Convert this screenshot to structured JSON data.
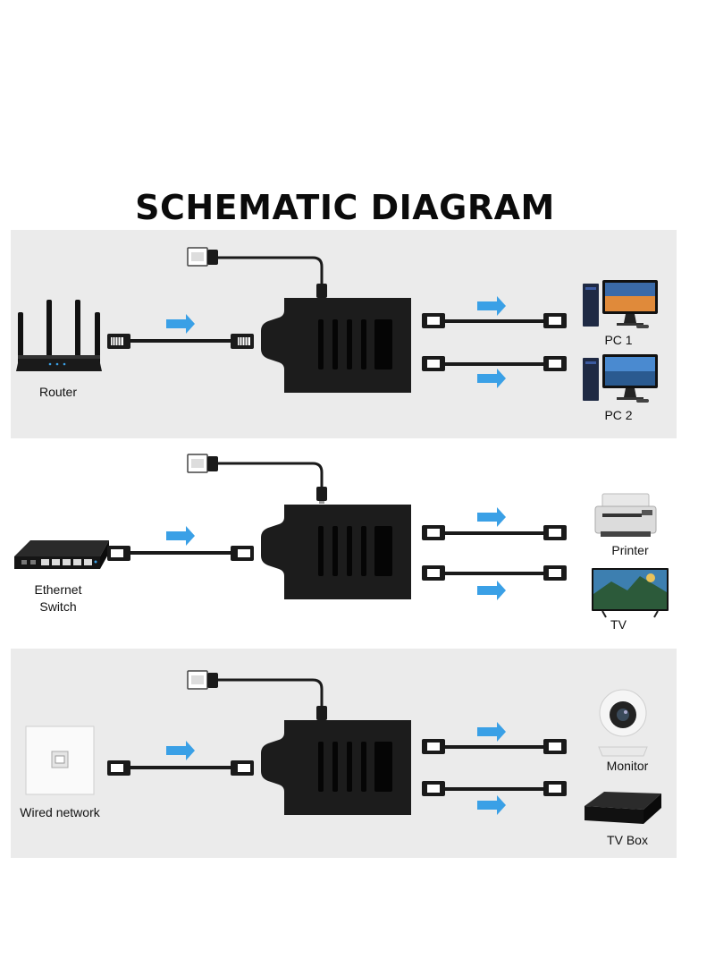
{
  "title": "SCHEMATIC DIAGRAM",
  "colors": {
    "arrow": "#3aa0e6",
    "cable": "#1a1a1a",
    "splitter": "#1c1c1c",
    "panel": "#ebebeb"
  },
  "panels": [
    {
      "source": {
        "label": "Router",
        "icon": "router-icon"
      },
      "outputs": [
        {
          "label": "PC 1",
          "icon": "desktop-pc-icon"
        },
        {
          "label": "PC 2",
          "icon": "desktop-pc-icon"
        }
      ]
    },
    {
      "source": {
        "label": "Ethernet\nSwitch",
        "icon": "ethernet-switch-icon"
      },
      "outputs": [
        {
          "label": "Printer",
          "icon": "printer-icon"
        },
        {
          "label": "TV",
          "icon": "tv-icon"
        }
      ]
    },
    {
      "source": {
        "label": "Wired network",
        "icon": "wall-socket-icon"
      },
      "outputs": [
        {
          "label": "Monitor",
          "icon": "security-camera-icon"
        },
        {
          "label": "TV Box",
          "icon": "tv-box-icon"
        }
      ]
    }
  ]
}
